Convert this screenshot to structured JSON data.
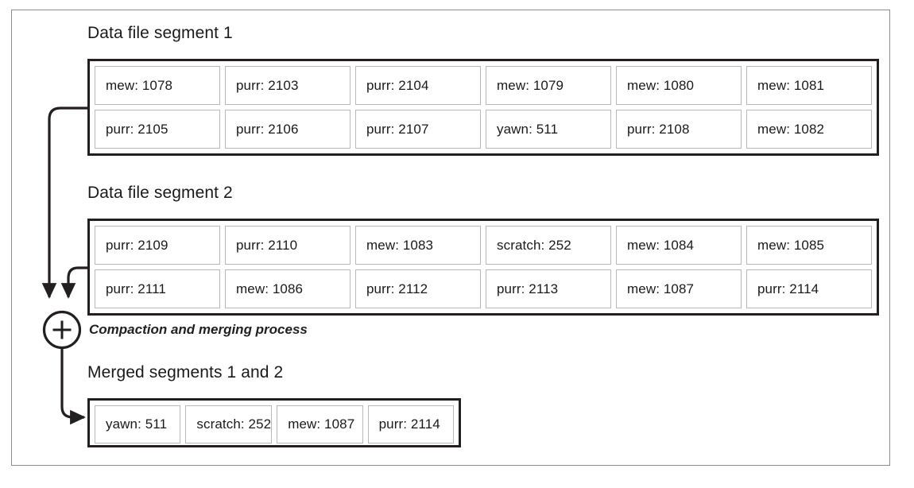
{
  "figure": {
    "merge_node_symbol": "+",
    "caption": "Compaction and merging process"
  },
  "segments": [
    {
      "title": "Data file segment 1",
      "rows": [
        [
          "mew: 1078",
          "purr: 2103",
          "purr: 2104",
          "mew: 1079",
          "mew: 1080",
          "mew: 1081"
        ],
        [
          "purr: 2105",
          "purr: 2106",
          "purr: 2107",
          "yawn: 511",
          "purr: 2108",
          "mew: 1082"
        ]
      ]
    },
    {
      "title": "Data file segment 2",
      "rows": [
        [
          "purr: 2109",
          "purr: 2110",
          "mew: 1083",
          "scratch: 252",
          "mew: 1084",
          "mew: 1085"
        ],
        [
          "purr: 2111",
          "mew: 1086",
          "purr: 2112",
          "purr: 2113",
          "mew: 1087",
          "purr: 2114"
        ]
      ]
    }
  ],
  "merged": {
    "title": "Merged segments 1 and 2",
    "rows": [
      [
        "yawn: 511",
        "scratch: 252",
        "mew: 1087",
        "purr: 2114"
      ]
    ]
  },
  "colors": {
    "outer_frame": "#8c8c8c",
    "segment_border": "#231f20",
    "cell_border": "#b8b8b8",
    "text": "#1a1a1a",
    "connector": "#231f20",
    "background": "#ffffff"
  }
}
